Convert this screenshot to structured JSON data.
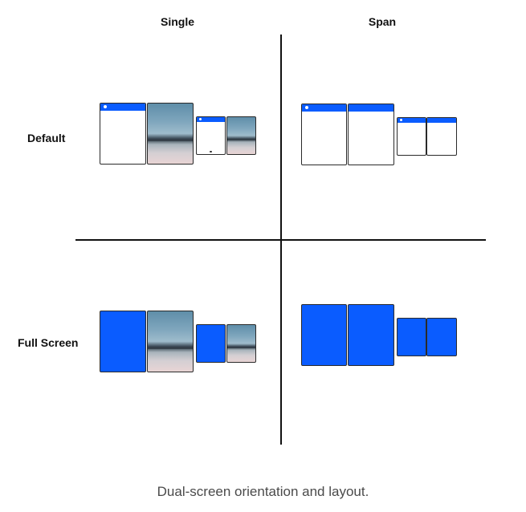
{
  "columns": {
    "single": "Single",
    "span": "Span"
  },
  "rows": {
    "default": "Default",
    "full_screen": "Full Screen"
  },
  "caption": "Dual-screen orientation and layout.",
  "colors": {
    "accent": "#0a5cff",
    "line": "#111111",
    "frame": "#2a2a2a"
  }
}
